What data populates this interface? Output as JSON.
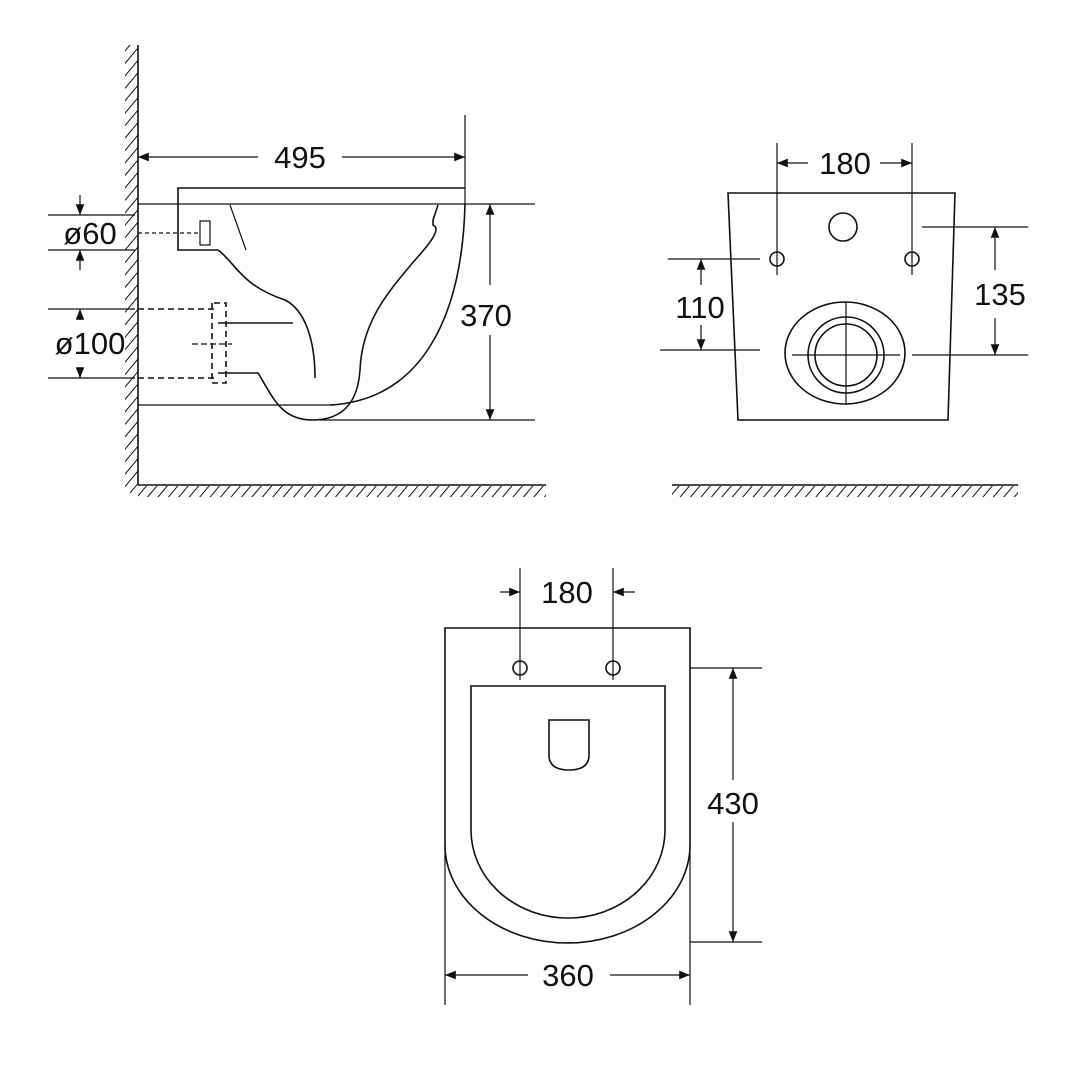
{
  "side_view": {
    "depth_label": "495",
    "height_label": "370",
    "inlet_label": "ø60",
    "outlet_label": "ø100"
  },
  "rear_view": {
    "bolt_spacing_label": "180",
    "bolt_height_label": "110",
    "inlet_height_label": "135"
  },
  "top_view": {
    "bolt_spacing_label": "180",
    "length_label": "430",
    "width_label": "360"
  },
  "colors": {
    "line": "#111111",
    "background": "#ffffff"
  }
}
